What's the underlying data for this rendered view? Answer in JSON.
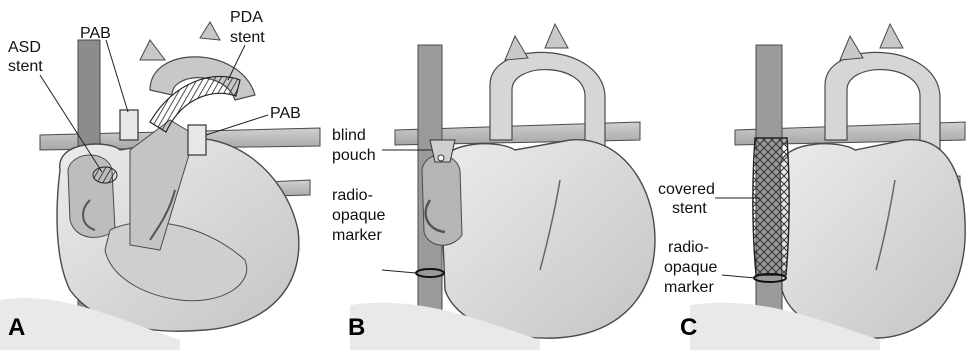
{
  "panels": [
    {
      "letter": "A",
      "labels": {
        "asd_line1": "ASD",
        "asd_line2": "stent",
        "pab_top": "PAB",
        "pda_line1": "PDA",
        "pda_line2": "stent",
        "pab_right": "PAB"
      }
    },
    {
      "letter": "B",
      "labels": {
        "blind_line1": "blind",
        "blind_line2": "pouch",
        "radio_line1": "radio-",
        "radio_line2": "opaque",
        "radio_line3": "marker"
      }
    },
    {
      "letter": "C",
      "labels": {
        "covered_line1": "covered",
        "covered_line2": "stent",
        "radio_line1": "radio-",
        "radio_line2": "opaque",
        "radio_line3": "marker"
      }
    }
  ],
  "colors": {
    "heart_fill": "#d9d9d9",
    "vessel_fill": "#bdbdbd",
    "dark_vessel": "#8c8c8c",
    "outline": "#4a4a4a"
  }
}
